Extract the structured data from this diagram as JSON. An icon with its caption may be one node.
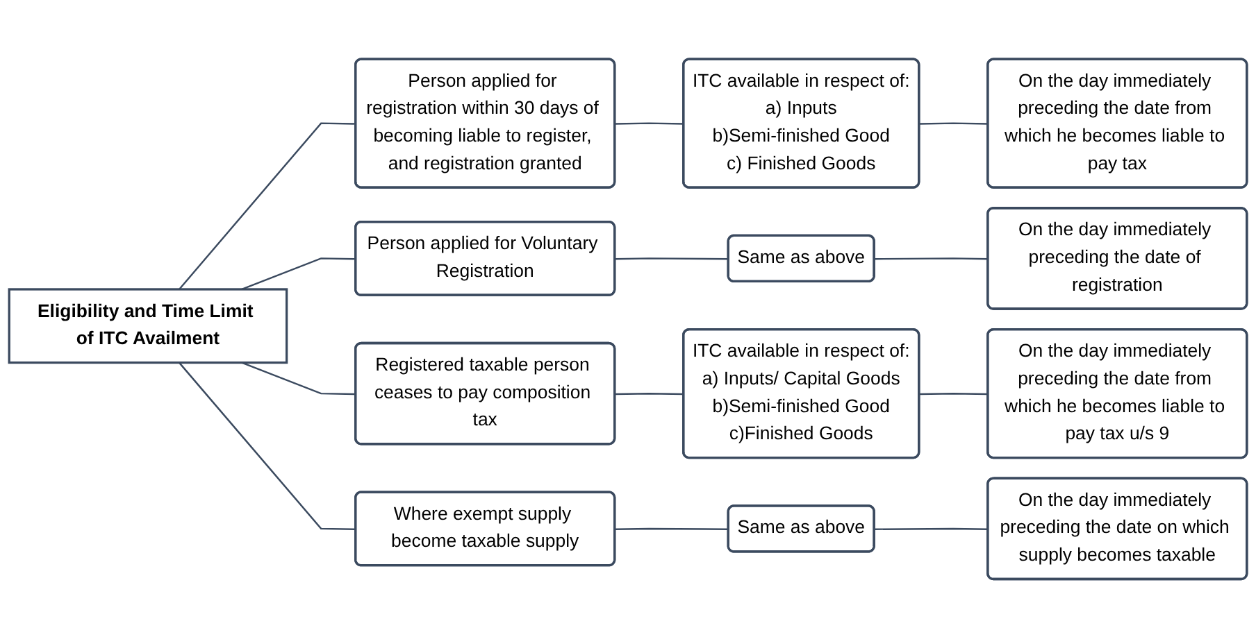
{
  "diagram": {
    "nodes": [
      {
        "text": [
          "Eligibility and Time Limit of ITC Availment"
        ]
      },
      {
        "text": [
          "Person applied for registration within 30 days of becoming liable to register, and registration granted"
        ]
      },
      {
        "text": [
          "ITC available in respect of:",
          "a) Inputs",
          "b)Semi-finished Good",
          "c) Finished Goods"
        ]
      },
      {
        "text": [
          "On the day immediately preceding the date from which he becomes liable to pay tax"
        ]
      },
      {
        "text": [
          "Person applied for Voluntary Registration"
        ]
      },
      {
        "text": [
          "Same as above"
        ]
      },
      {
        "text": [
          "On the day immediately preceding the date of registration"
        ]
      },
      {
        "text": [
          "Registered taxable person ceases to pay composition tax"
        ]
      },
      {
        "text": [
          "ITC available in respect of:",
          "a) Inputs/ Capital Goods",
          "b)Semi-finished Good",
          "c)Finished Goods"
        ]
      },
      {
        "text": [
          "On the day immediately preceding the date from which he becomes liable to pay tax u/s 9"
        ]
      },
      {
        "text": [
          "Where exempt supply become taxable supply"
        ]
      },
      {
        "text": [
          "Same as above"
        ]
      },
      {
        "text": [
          "On the day immediately preceding the date on which supply becomes taxable"
        ]
      }
    ],
    "edges": [
      {
        "from": 0,
        "to": 1,
        "arrow": "none"
      },
      {
        "from": 1,
        "to": 2,
        "arrow": "none"
      },
      {
        "from": 2,
        "to": 3,
        "arrow": "none"
      },
      {
        "from": 0,
        "to": 4,
        "arrow": "none"
      },
      {
        "from": 4,
        "to": 5,
        "arrow": "none"
      },
      {
        "from": 5,
        "to": 6,
        "arrow": "none"
      },
      {
        "from": 0,
        "to": 7,
        "arrow": "none"
      },
      {
        "from": 7,
        "to": 8,
        "arrow": "none"
      },
      {
        "from": 8,
        "to": 9,
        "arrow": "none"
      },
      {
        "from": 0,
        "to": 10,
        "arrow": "none"
      },
      {
        "from": 10,
        "to": 11,
        "arrow": "none"
      },
      {
        "from": 11,
        "to": 12,
        "arrow": "none"
      }
    ]
  }
}
